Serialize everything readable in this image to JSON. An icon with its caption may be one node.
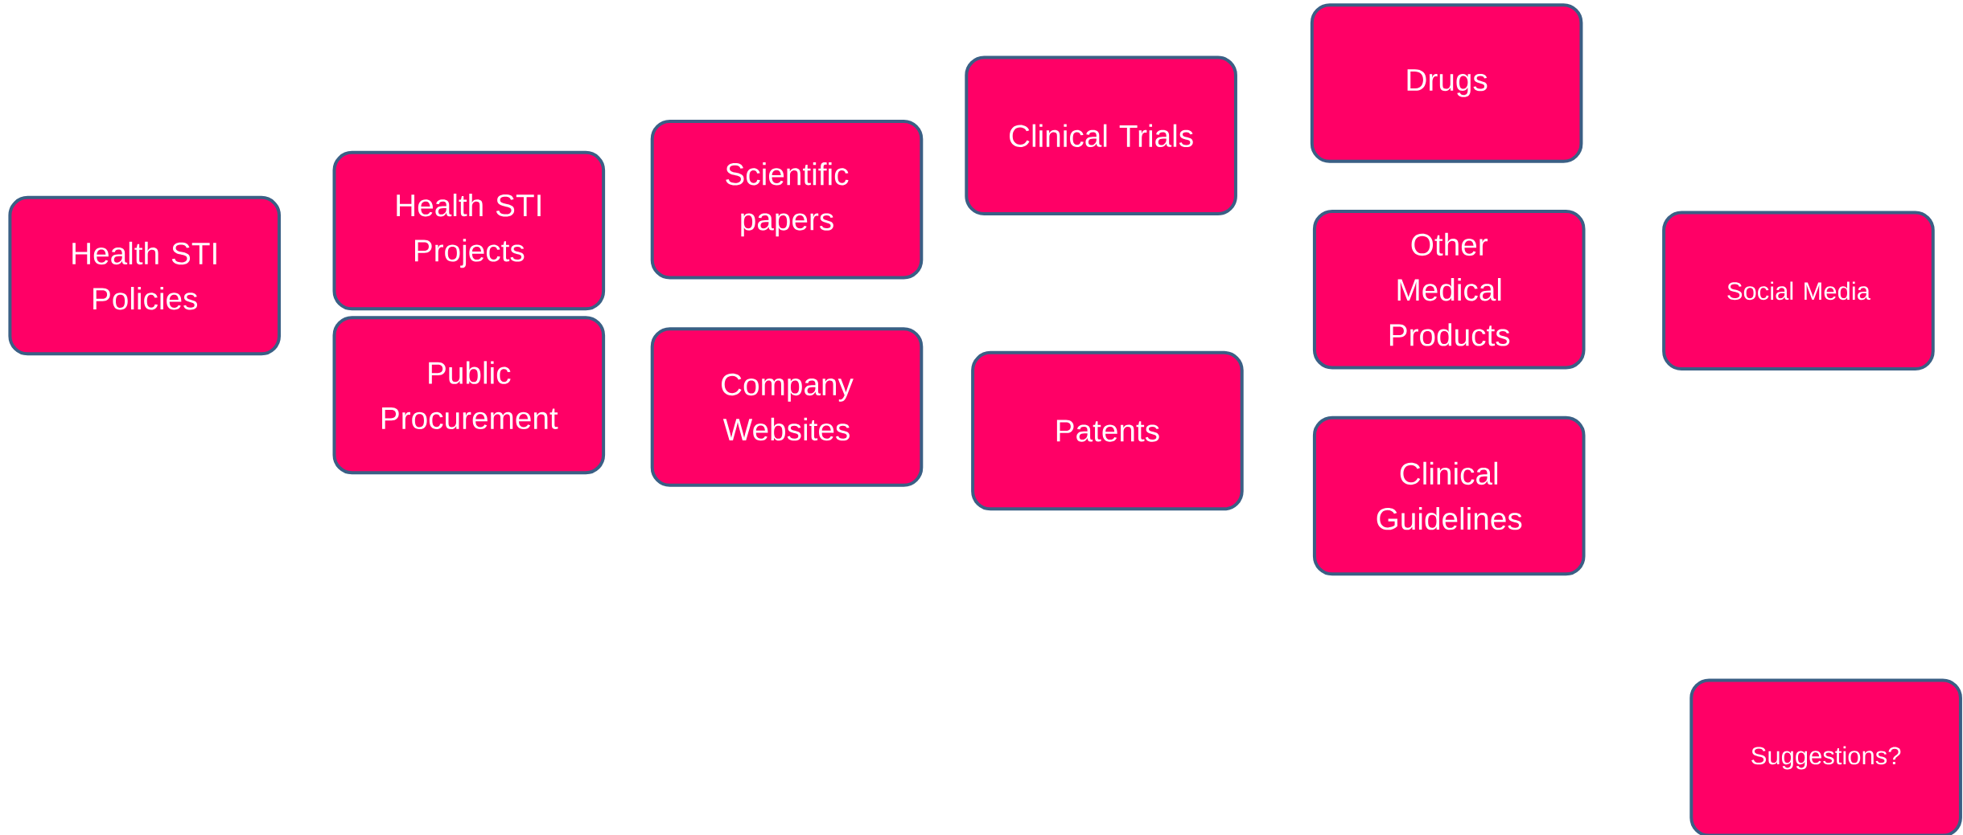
{
  "diagram": {
    "nodes": [
      {
        "text": [
          "Health STI Policies"
        ]
      },
      {
        "text": [
          "Health STI Projects"
        ]
      },
      {
        "text": [
          "Public Procurement"
        ]
      },
      {
        "text": [
          "Scientific papers"
        ]
      },
      {
        "text": [
          "Company Websites"
        ]
      },
      {
        "text": [
          "Clinical Trials"
        ]
      },
      {
        "text": [
          "Patents"
        ]
      },
      {
        "text": [
          "Drugs"
        ]
      },
      {
        "text": [
          "Other Medical Products"
        ]
      },
      {
        "text": [
          "Clinical Guidelines"
        ]
      },
      {
        "text": [
          "Social Media"
        ]
      },
      {
        "text": [
          "Suggestions?"
        ]
      }
    ]
  }
}
